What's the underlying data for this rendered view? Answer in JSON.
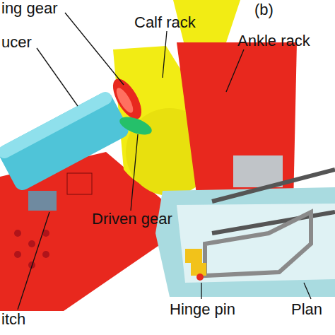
{
  "diagram": {
    "labels": [
      "ing gear",
      "Calf rack",
      "(b)",
      "ucer",
      "Driven gear",
      "Ankle rack",
      "Hinge pin",
      "Plan",
      "itch"
    ]
  }
}
